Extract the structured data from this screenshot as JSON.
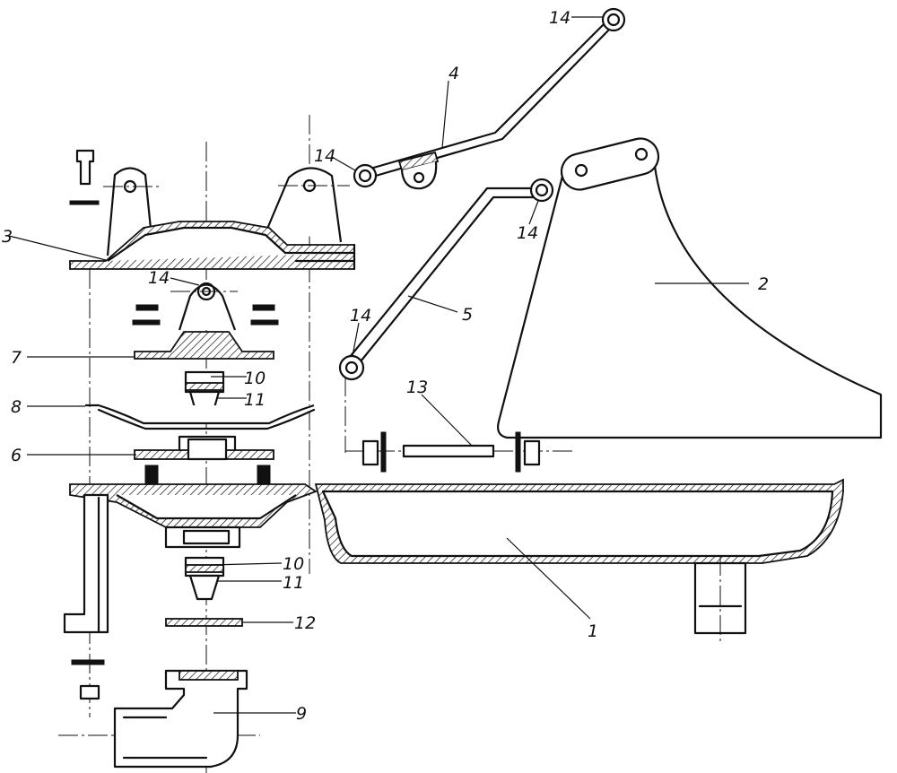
{
  "labels": {
    "l1": "1",
    "l2": "2",
    "l3": "3",
    "l4": "4",
    "l5": "5",
    "l6": "6",
    "l7": "7",
    "l8": "8",
    "l9": "9",
    "l10a": "10",
    "l10b": "10",
    "l11a": "11",
    "l11b": "11",
    "l12": "12",
    "l13": "13",
    "l14a": "14",
    "l14b": "14",
    "l14c": "14",
    "l14d": "14",
    "l14e": "14"
  },
  "colors": {
    "ink": "#111111",
    "paper": "#ffffff"
  }
}
